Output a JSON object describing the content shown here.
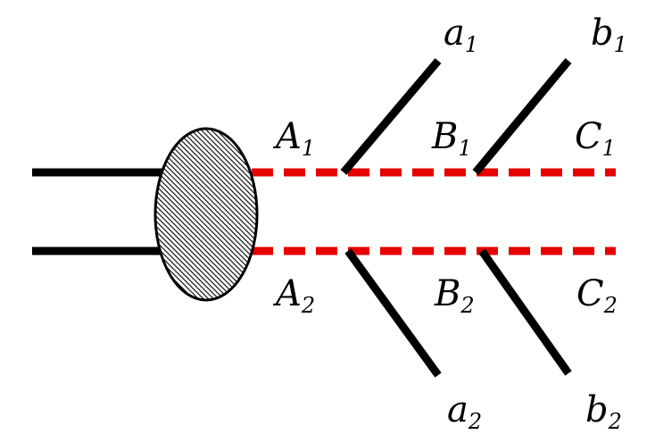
{
  "colors": {
    "solid_line": "#000000",
    "dashed_line": "#e60000",
    "blob_fill": "hatched",
    "background": "#ffffff"
  },
  "labels": {
    "a1": {
      "base": "a",
      "sub": "1"
    },
    "b1": {
      "base": "b",
      "sub": "1"
    },
    "A1": {
      "base": "A",
      "sub": "1"
    },
    "B1": {
      "base": "B",
      "sub": "1"
    },
    "C1": {
      "base": "C",
      "sub": "1"
    },
    "A2": {
      "base": "A",
      "sub": "2"
    },
    "B2": {
      "base": "B",
      "sub": "2"
    },
    "C2": {
      "base": "C",
      "sub": "2"
    },
    "a2": {
      "base": "a",
      "sub": "2"
    },
    "b2": {
      "base": "b",
      "sub": "2"
    }
  }
}
